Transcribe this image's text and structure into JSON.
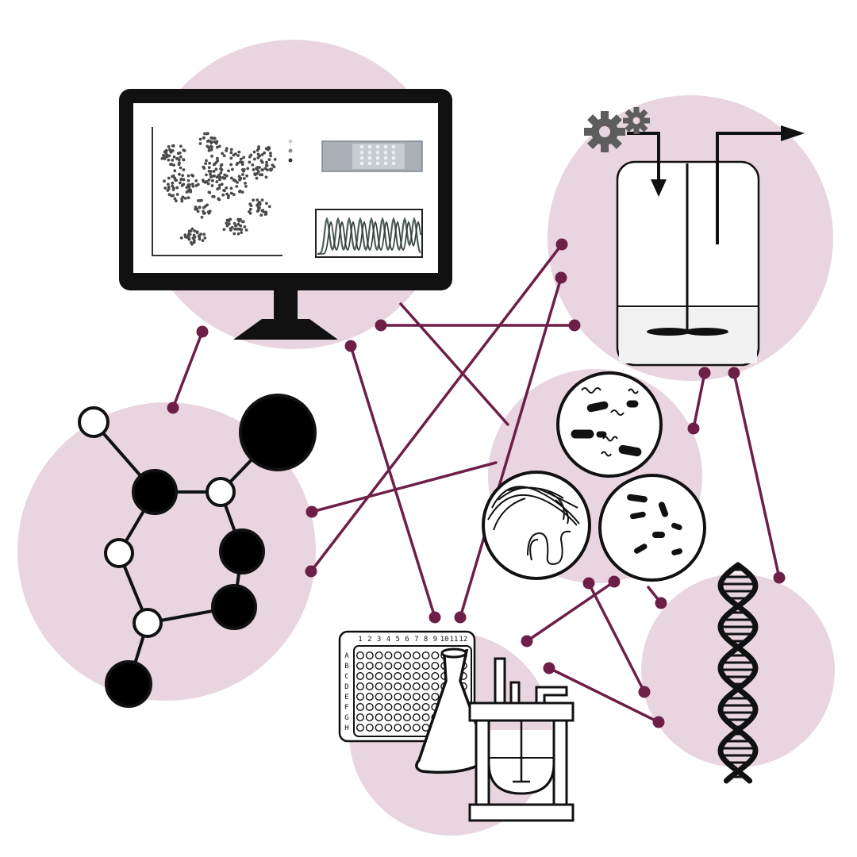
{
  "colors": {
    "background": "#ffffff",
    "node_circle": "#e8d5df",
    "connector": "#6e1f47",
    "ink": "#111111",
    "gear": "#5d5d5d",
    "scatter_dot": "#4a4a4a",
    "chip_fill": "#a9b0b8",
    "trace": "#4e5e58"
  },
  "plate": {
    "columns": [
      "1",
      "2",
      "3",
      "4",
      "5",
      "6",
      "7",
      "8",
      "9",
      "10",
      "11",
      "12"
    ],
    "rows": [
      "A",
      "B",
      "C",
      "D",
      "E",
      "F",
      "G",
      "H"
    ]
  },
  "icons": {
    "computer": "computer-monitor-icon",
    "bioreactor": "stirred-tank-bioreactor-icon",
    "gears": "gears-icon",
    "molecule": "molecule-icon",
    "microbes": "microbe-petri-dish-icon",
    "lab": "well-plate-flask-reactor-icon",
    "dna": "dna-double-helix-icon"
  }
}
